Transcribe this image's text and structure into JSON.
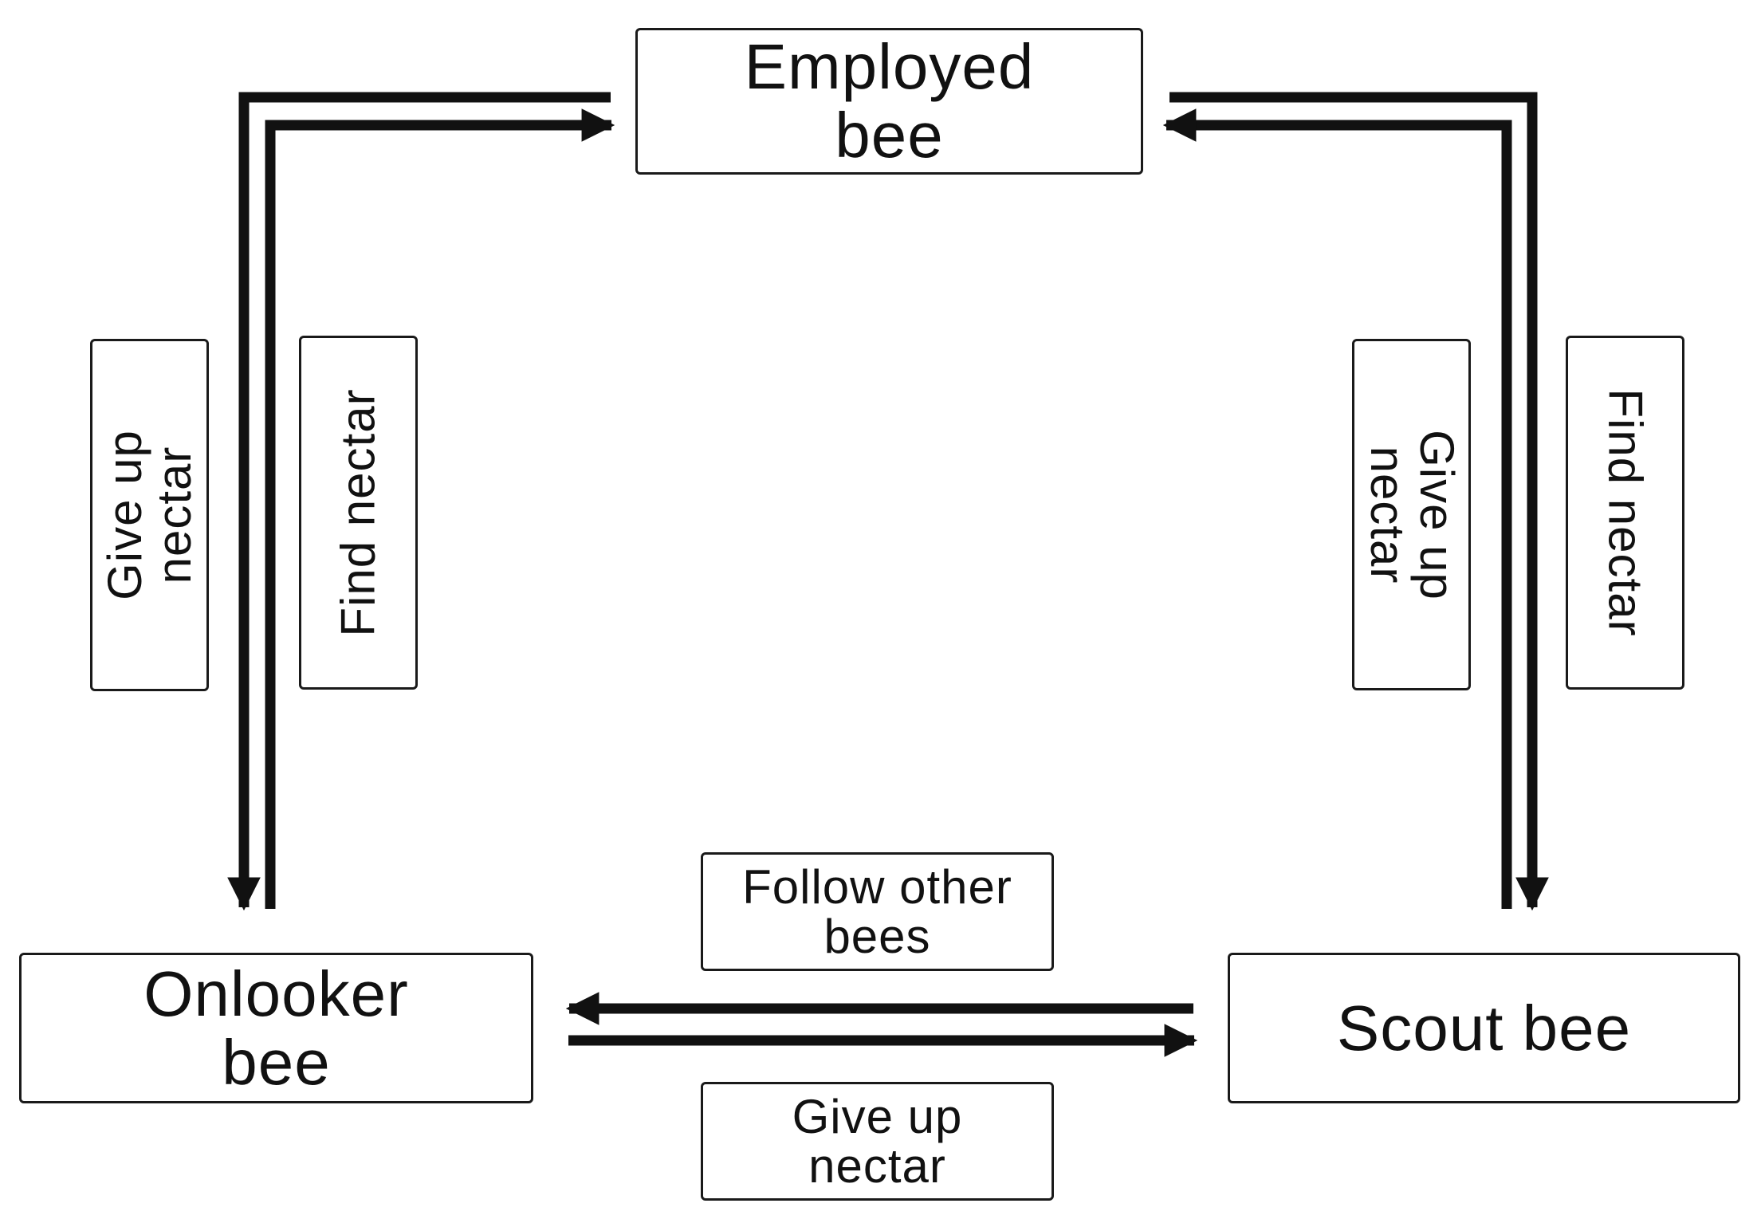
{
  "nodes": {
    "employed": {
      "line1": "Employed",
      "line2": "bee"
    },
    "onlooker": {
      "line1": "Onlooker",
      "line2": "bee"
    },
    "scout": {
      "line1": "Scout bee"
    }
  },
  "labels": {
    "left_give_up": {
      "line1": "Give up",
      "line2": "nectar"
    },
    "left_find": {
      "line1": "Find nectar"
    },
    "right_give_up": {
      "line1": "Give up",
      "line2": "nectar"
    },
    "right_find": {
      "line1": "Find nectar"
    },
    "bottom_follow": {
      "line1": "Follow other",
      "line2": "bees"
    },
    "bottom_give_up": {
      "line1": "Give up",
      "line2": "nectar"
    }
  },
  "colors": {
    "line": "#111111",
    "border": "#1a1a1a",
    "background": "#ffffff"
  }
}
